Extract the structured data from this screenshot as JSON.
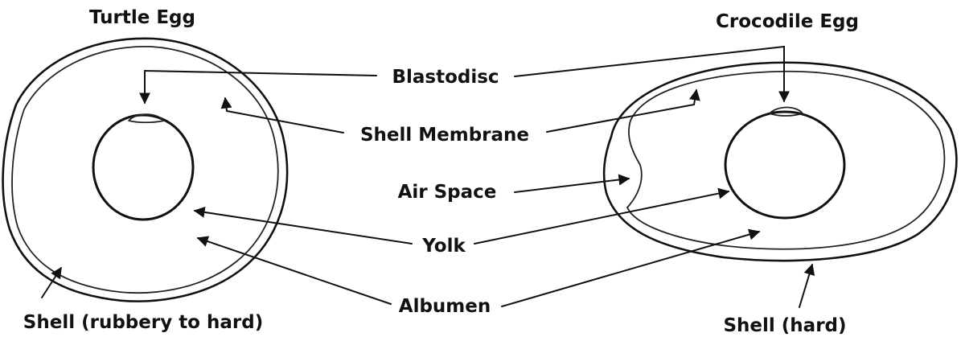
{
  "titles": {
    "turtle": "Turtle Egg",
    "crocodile": "Crocodile Egg"
  },
  "parts": {
    "blastodisc": "Blastodisc",
    "shell_membrane": "Shell Membrane",
    "air_space": "Air Space",
    "yolk": "Yolk",
    "albumen": "Albumen"
  },
  "shell_labels": {
    "turtle": "Shell (rubbery to hard)",
    "crocodile": "Shell (hard)"
  }
}
